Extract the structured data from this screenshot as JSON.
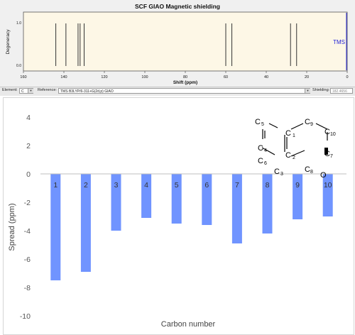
{
  "spectrum": {
    "title": "SCF GIAO Magnetic shielding",
    "ylabel": "Degeneracy",
    "xlabel": "Shift (ppm)",
    "y_ticks": [
      "1.0",
      "0.0"
    ],
    "x_ticks": [
      "160",
      "140",
      "120",
      "100",
      "80",
      "60",
      "40",
      "20",
      "0"
    ],
    "peaks_ppm": [
      144,
      139,
      133,
      132,
      130,
      60,
      57,
      28,
      25
    ],
    "reference_label": "TMS",
    "colors": {
      "plot_bg": "#fdf7e6",
      "peak": "#333333",
      "reference": "#1b1bd6"
    }
  },
  "toolbar": {
    "element_label": "Element:",
    "element_value": "C",
    "reference_label": "Reference:",
    "reference_value": "TMS B3LYP/6-311+G(2d,p) GIAO",
    "shielding_label": "Shielding:",
    "shielding_value": "182.4656"
  },
  "chart_data": {
    "type": "bar",
    "categories": [
      "1",
      "2",
      "3",
      "4",
      "5",
      "6",
      "7",
      "8",
      "9",
      "10"
    ],
    "values": [
      -7.5,
      -6.9,
      -4.0,
      -3.1,
      -3.5,
      -3.6,
      -4.9,
      -4.2,
      -3.2,
      -3.0
    ],
    "xlabel": "Carbon number",
    "ylabel": "Spread (ppm)",
    "ylim": [
      -10,
      4
    ],
    "y_ticks": [
      4,
      2,
      0,
      -2,
      -4,
      -6,
      -8,
      -10
    ],
    "grid": false,
    "bar_color": "#7094ff"
  },
  "molecule": {
    "labels": [
      "C",
      "5",
      "C",
      "9",
      "C",
      "4",
      "C",
      "1",
      "C",
      "10",
      "C",
      "6",
      "C",
      "2",
      "C",
      "7",
      "C",
      "3",
      "C",
      "8",
      "O"
    ]
  }
}
